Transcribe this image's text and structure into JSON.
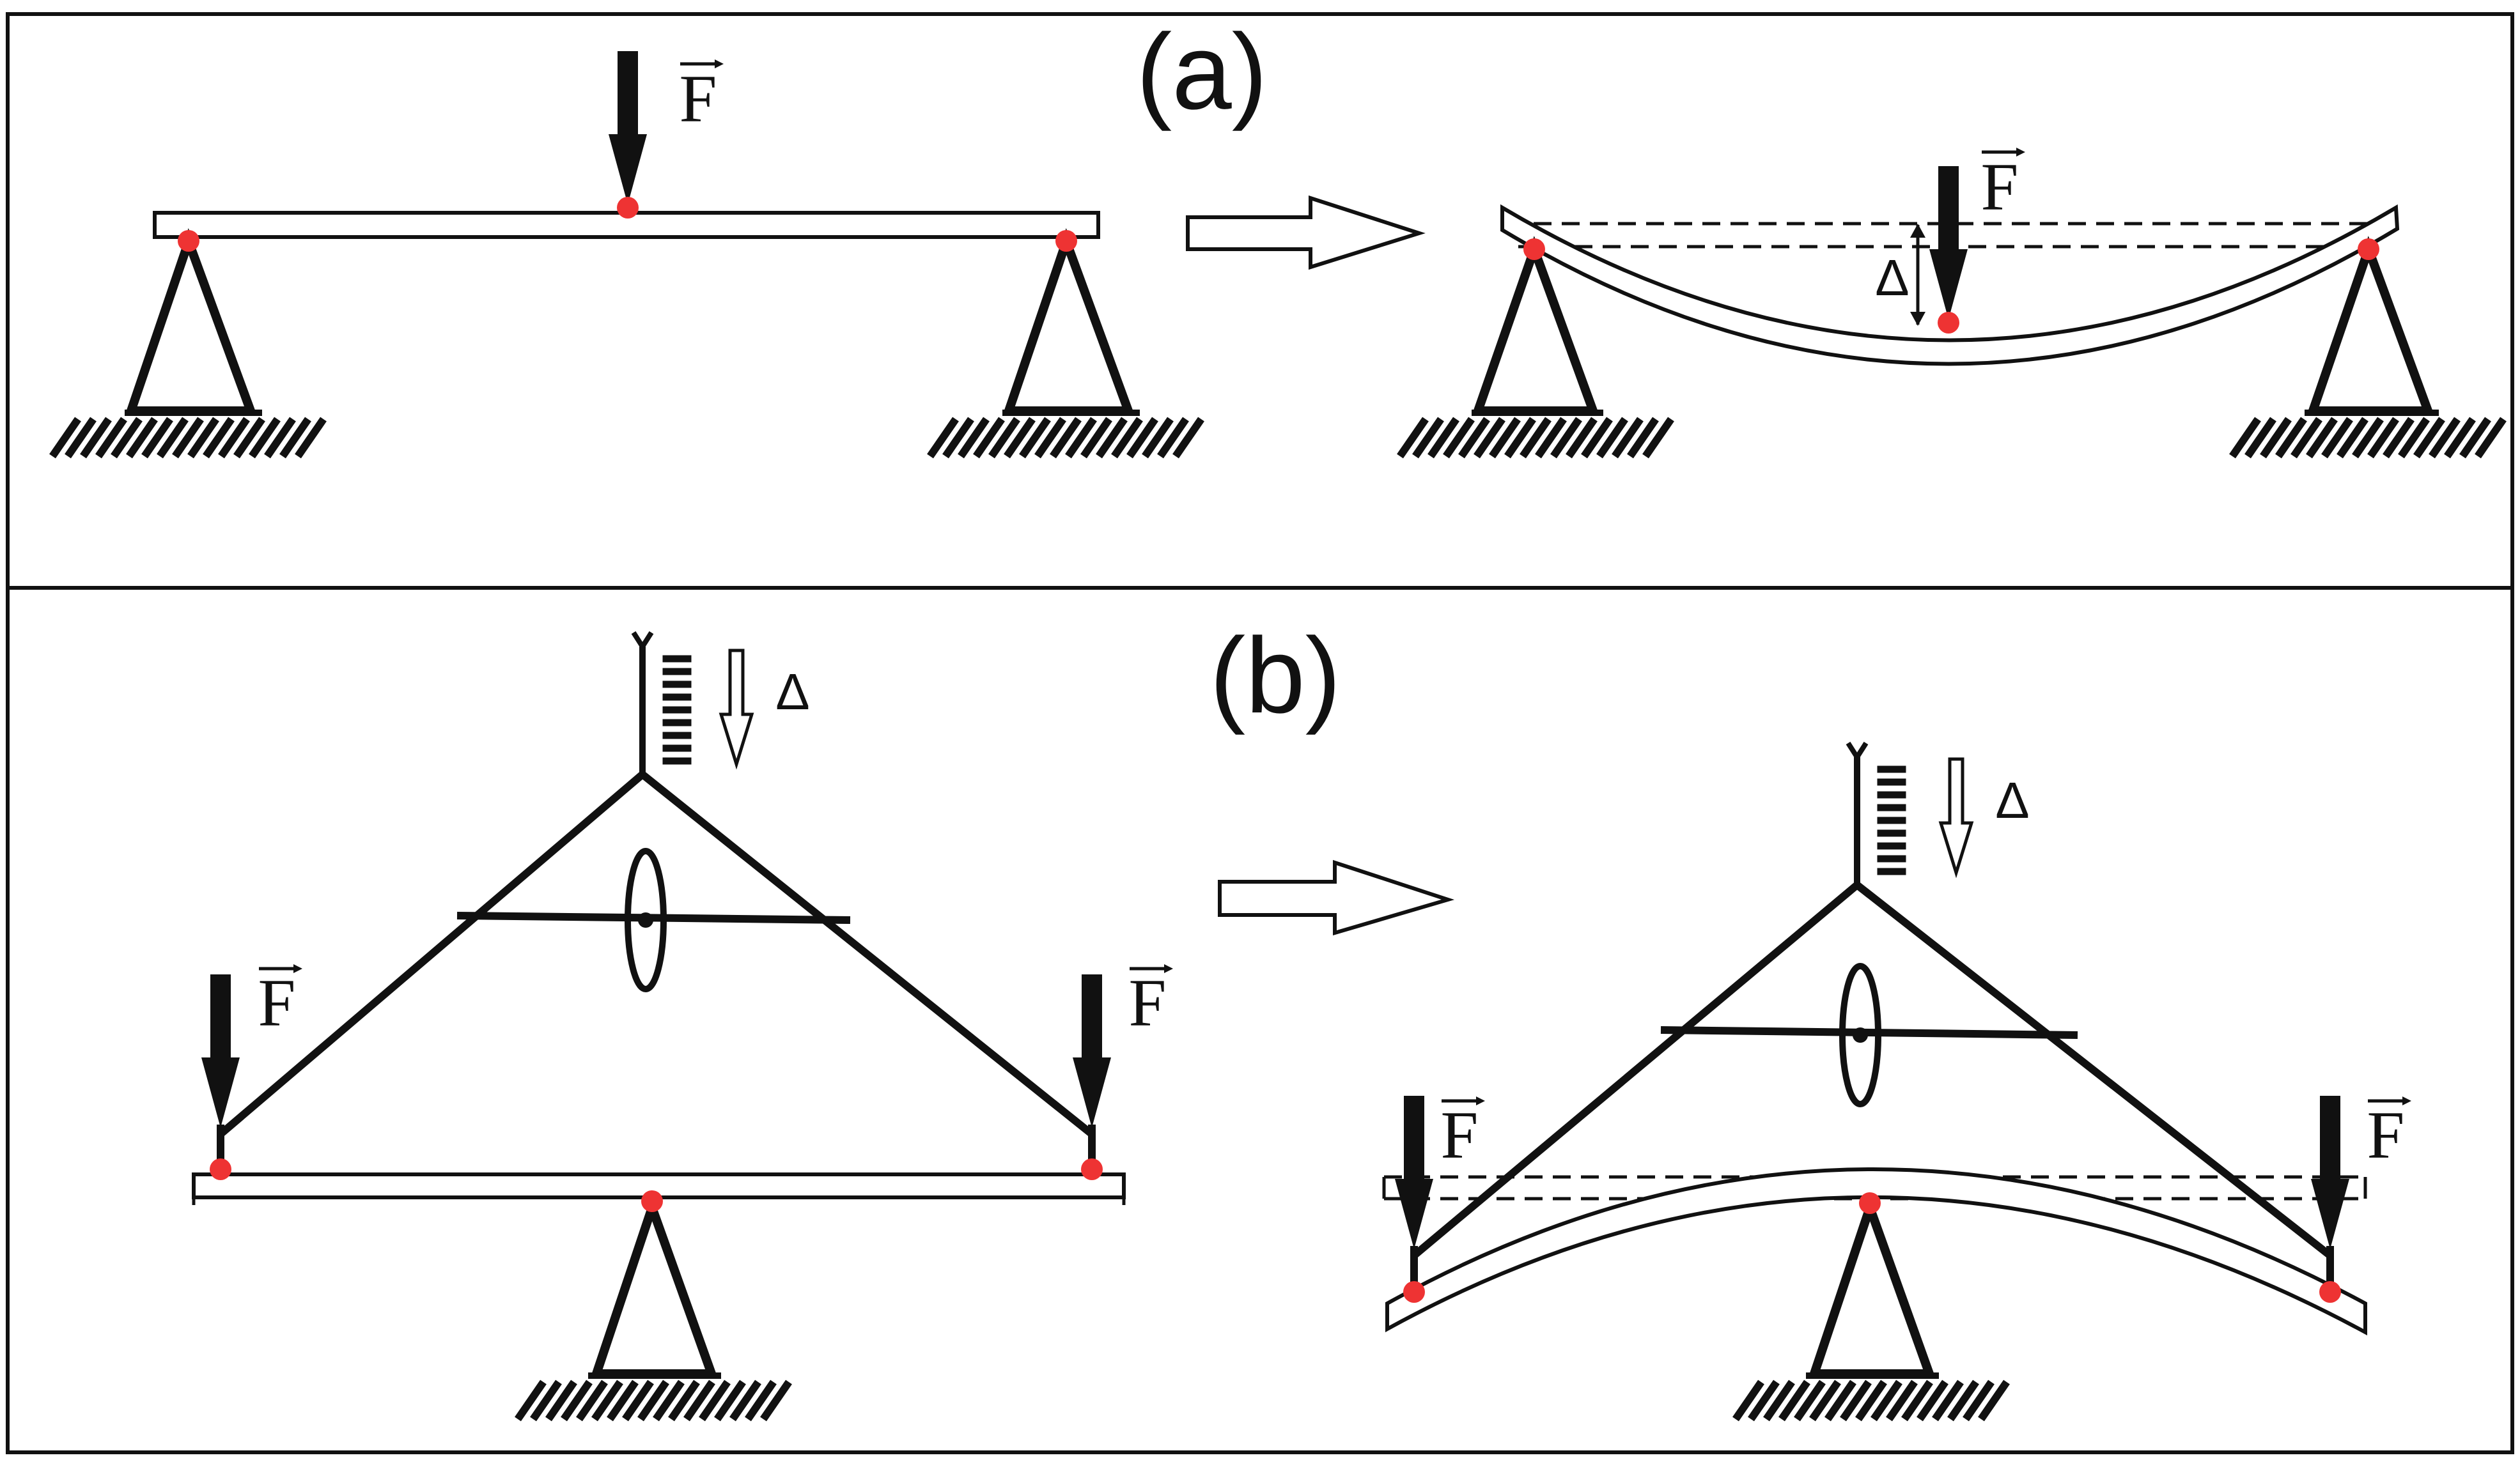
{
  "panels": [
    {
      "id": "a",
      "label": "(a)"
    },
    {
      "id": "b",
      "label": "(b)"
    }
  ],
  "labels": {
    "force": "F",
    "deflection": "Δ"
  },
  "colors": {
    "ink": "#111111",
    "pivot": "#ee3333",
    "background": "#ffffff"
  },
  "icons": [
    "force-arrow",
    "transition-arrow",
    "pin-support",
    "ground-hatch",
    "pivot-point",
    "dial-gauge",
    "displacement-arrow"
  ]
}
